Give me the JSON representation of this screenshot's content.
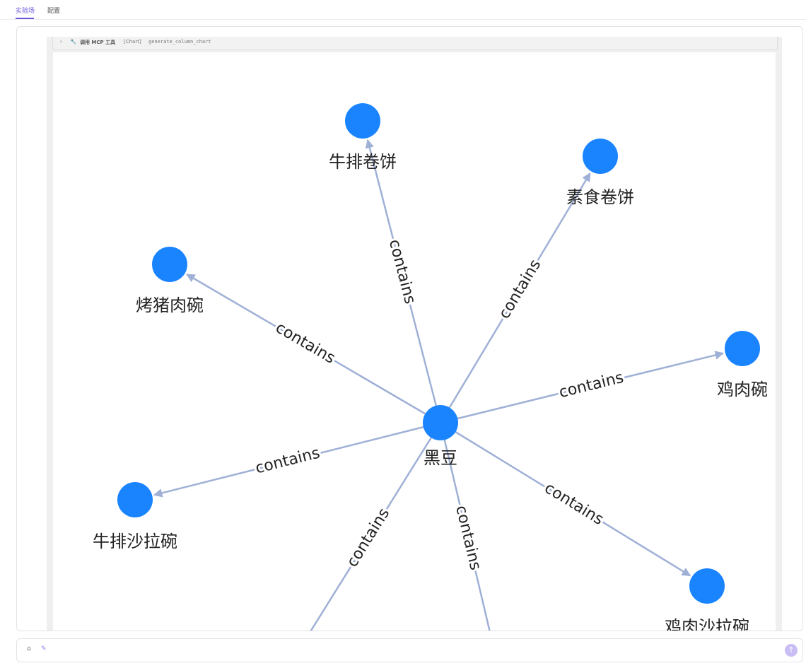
{
  "tabs": [
    {
      "label": "实验场",
      "active": true
    },
    {
      "label": "配置",
      "active": false
    }
  ],
  "tool_header": {
    "expand_icon": "chevron-right-icon",
    "tool_icon": "wrench-icon",
    "name": "调用 MCP 工具",
    "tag": "[Chart]",
    "function": "generate_column_chart"
  },
  "graph": {
    "center": "黑豆",
    "edge_label": "contains",
    "node_color": "#1a84ff",
    "edge_color": "#9fb0d6",
    "targets": [
      "牛排卷饼",
      "素食卷饼",
      "烤猪肉碗",
      "鸡肉碗",
      "牛排沙拉碗",
      "鸡肉沙拉碗"
    ]
  },
  "scroll_down_icon": "arrow-down-circle-icon",
  "input": {
    "placeholder": "",
    "left_icons": [
      "home-icon",
      "wand-icon"
    ],
    "send_icon": "arrow-up-icon",
    "send_color": "#c9bdf4"
  }
}
